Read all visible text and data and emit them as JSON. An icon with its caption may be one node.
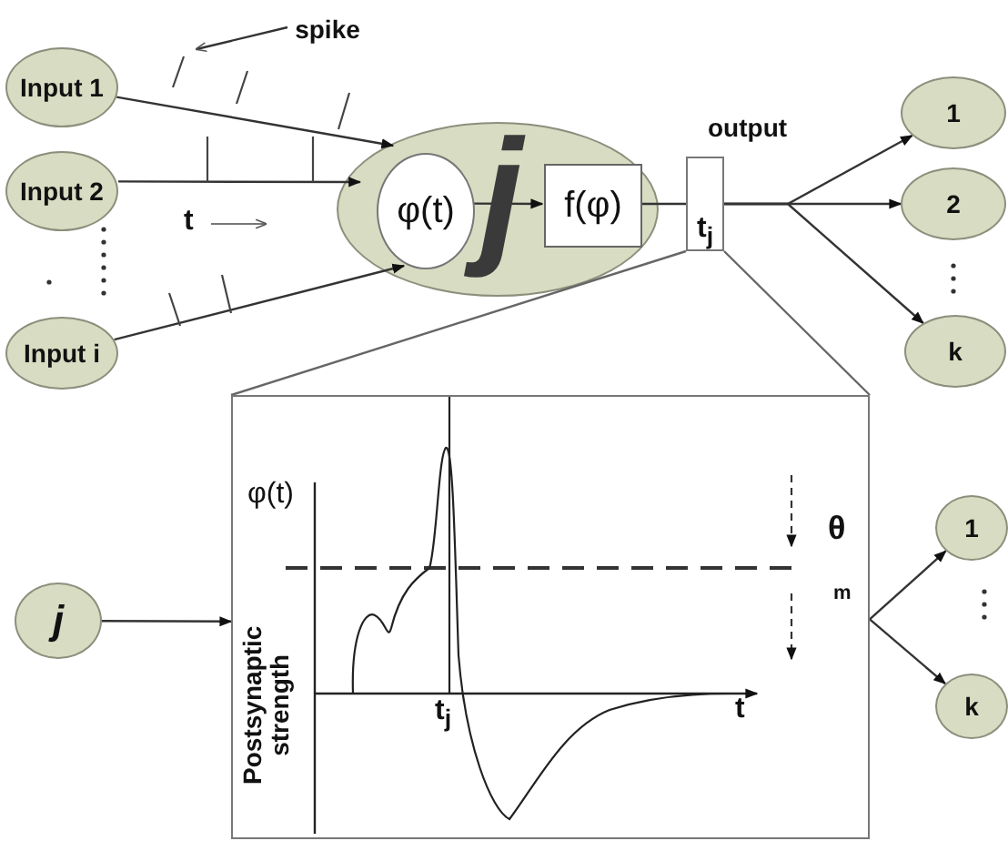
{
  "diagram": {
    "nodes": [
      {
        "text": [
          "Input 1"
        ]
      },
      {
        "text": [
          "Input 2"
        ]
      },
      {
        "text": [
          "Input i"
        ]
      },
      {
        "text": [
          "j"
        ]
      },
      {
        "text": [
          "φ(t)"
        ],
        "in": 3
      },
      {
        "text": [
          "f(φ)"
        ],
        "in": 3
      },
      {
        "text": [
          "t$_{j}$"
        ],
        "beside": [
          "output"
        ]
      },
      {
        "text": [
          "1"
        ]
      },
      {
        "text": [
          "2"
        ]
      },
      {
        "text": [
          "k"
        ]
      },
      {
        "text": [],
        "shape": "box"
      },
      {
        "text": [
          "j"
        ]
      },
      {
        "text": [
          "1"
        ]
      },
      {
        "text": [
          "k"
        ]
      },
      {
        "text": [
          "spike"
        ]
      }
    ],
    "edges": [
      {
        "from": 0,
        "to": 3,
        "arrow": "to"
      },
      {
        "from": 1,
        "to": 3,
        "arrow": "to"
      },
      {
        "from": 2,
        "to": 3,
        "arrow": "to"
      },
      {
        "from": 4,
        "to": 5,
        "arrow": "to"
      },
      {
        "from": 5,
        "to": 6,
        "arrow": "none"
      },
      {
        "from": 6,
        "to": 7,
        "arrow": "to"
      },
      {
        "from": 6,
        "to": 8,
        "arrow": "to"
      },
      {
        "from": 6,
        "to": 9,
        "arrow": "to"
      },
      {
        "from": 6,
        "to": 10,
        "arrow": "none"
      },
      {
        "from": 6,
        "to": 10,
        "arrow": "none"
      },
      {
        "from": 11,
        "to": 10,
        "arrow": "to"
      },
      {
        "from": 10,
        "to": 12,
        "arrow": "to"
      },
      {
        "from": 10,
        "to": 13,
        "arrow": "to"
      },
      {
        "from": 14,
        "to": null,
        "arrow": "to"
      }
    ],
    "labels": [
      "t",
      "φ(t)",
      "θ",
      "m",
      "Postsynaptic strength",
      "t$_{j}$",
      "t"
    ]
  }
}
